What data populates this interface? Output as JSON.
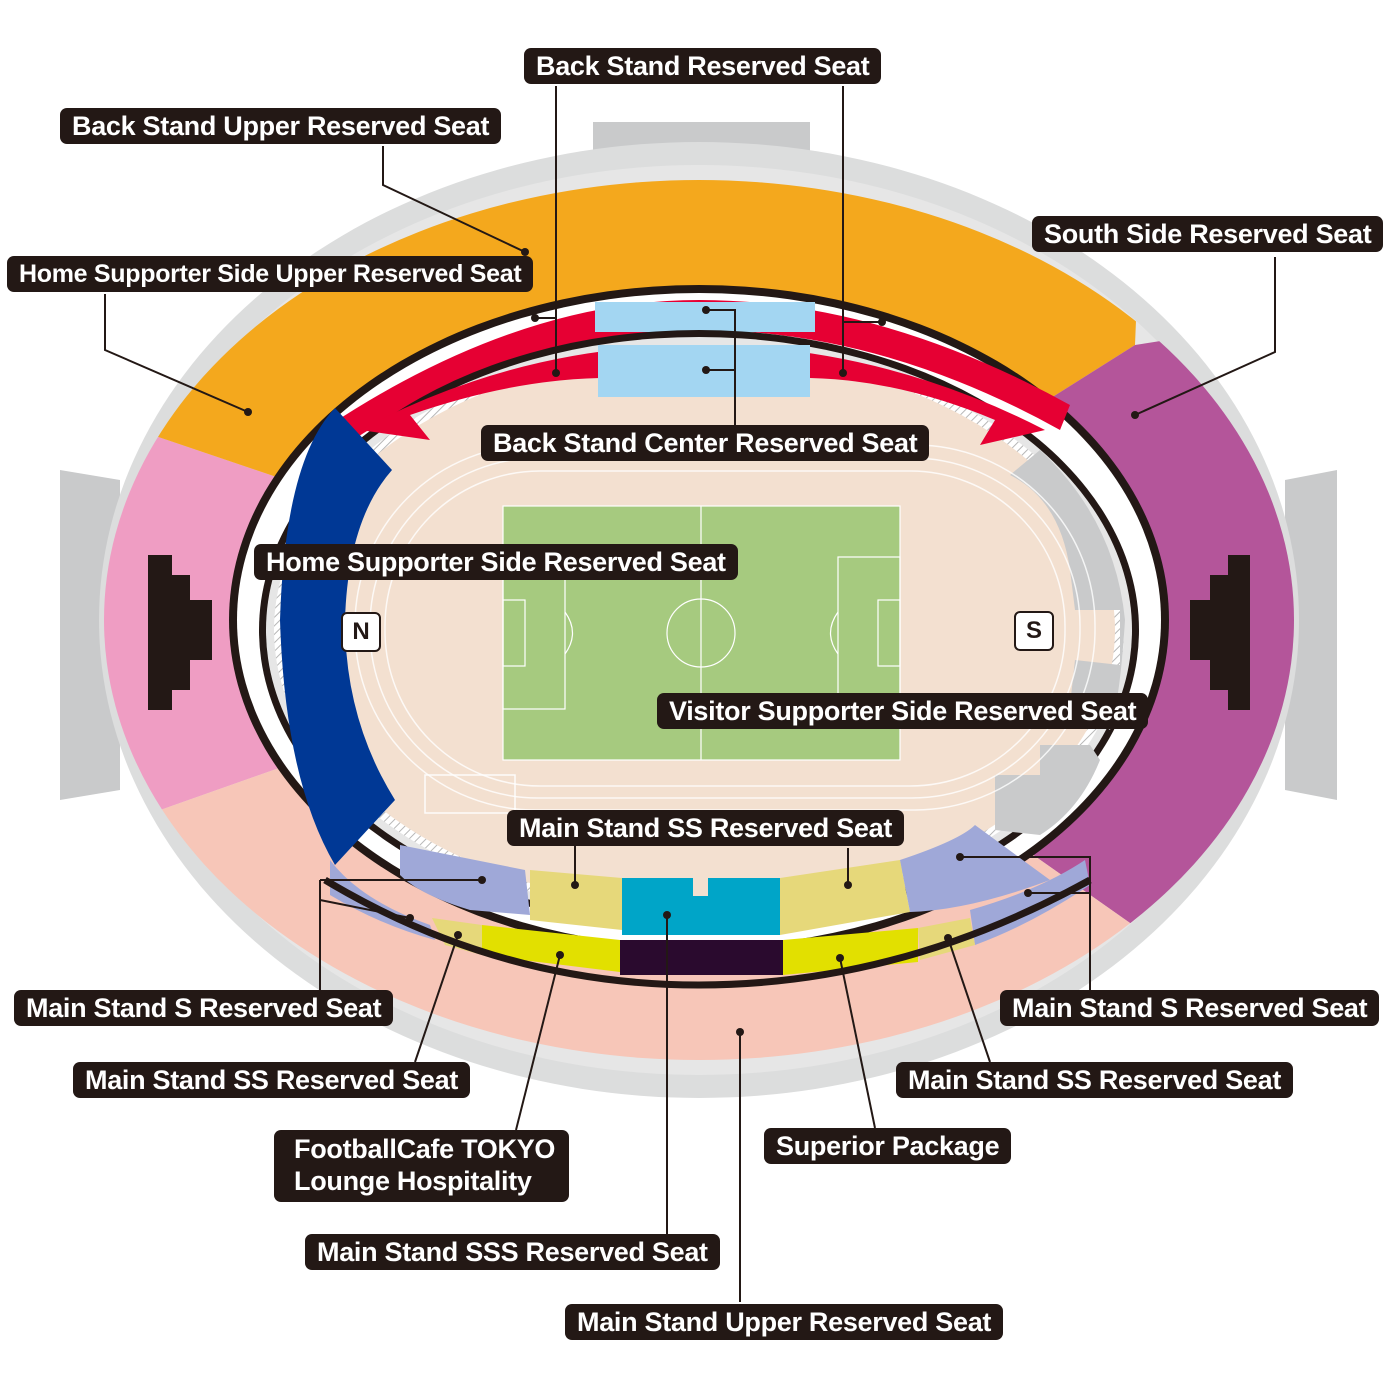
{
  "colors": {
    "back_upper": "#f4a81d",
    "back_reserved": "#e60033",
    "back_center": "#a3d6f2",
    "home_upper": "#ef9dc3",
    "home_side": "#003895",
    "south_side": "#b4559a",
    "main_upper": "#f7c6b8",
    "main_s": "#9fa8d8",
    "main_ss": "#e6d87a",
    "main_sss": "#00a5c8",
    "superior": "#e2e000",
    "lounge": "#2a0a2e",
    "pitch": "#a6ca7f",
    "track": "#f3e0d0",
    "outer_ring": "#c9cacb",
    "visitor_side": "#c9cacb",
    "label_bg": "#231815"
  },
  "directions": {
    "north": "N",
    "south": "S"
  },
  "labels": {
    "back_stand_reserved": "Back Stand Reserved Seat",
    "back_stand_upper": "Back Stand Upper Reserved Seat",
    "south_side": "South Side Reserved Seat",
    "home_supporter_upper": "Home Supporter Side Upper Reserved Seat",
    "back_stand_center": "Back Stand Center Reserved Seat",
    "home_supporter_side": "Home Supporter Side Reserved Seat",
    "visitor_supporter_side": "Visitor Supporter Side Reserved Seat",
    "main_stand_ss_top": "Main Stand SS Reserved Seat",
    "main_stand_s_left": "Main Stand S Reserved Seat",
    "main_stand_s_right": "Main Stand S Reserved Seat",
    "main_stand_ss_left": "Main Stand SS Reserved Seat",
    "main_stand_ss_right": "Main Stand SS Reserved Seat",
    "football_cafe": "FootballCafe TOKYO\nLounge Hospitality",
    "superior_package": "Superior Package",
    "main_stand_sss": "Main Stand SSS Reserved Seat",
    "main_stand_upper": "Main Stand Upper Reserved Seat"
  }
}
